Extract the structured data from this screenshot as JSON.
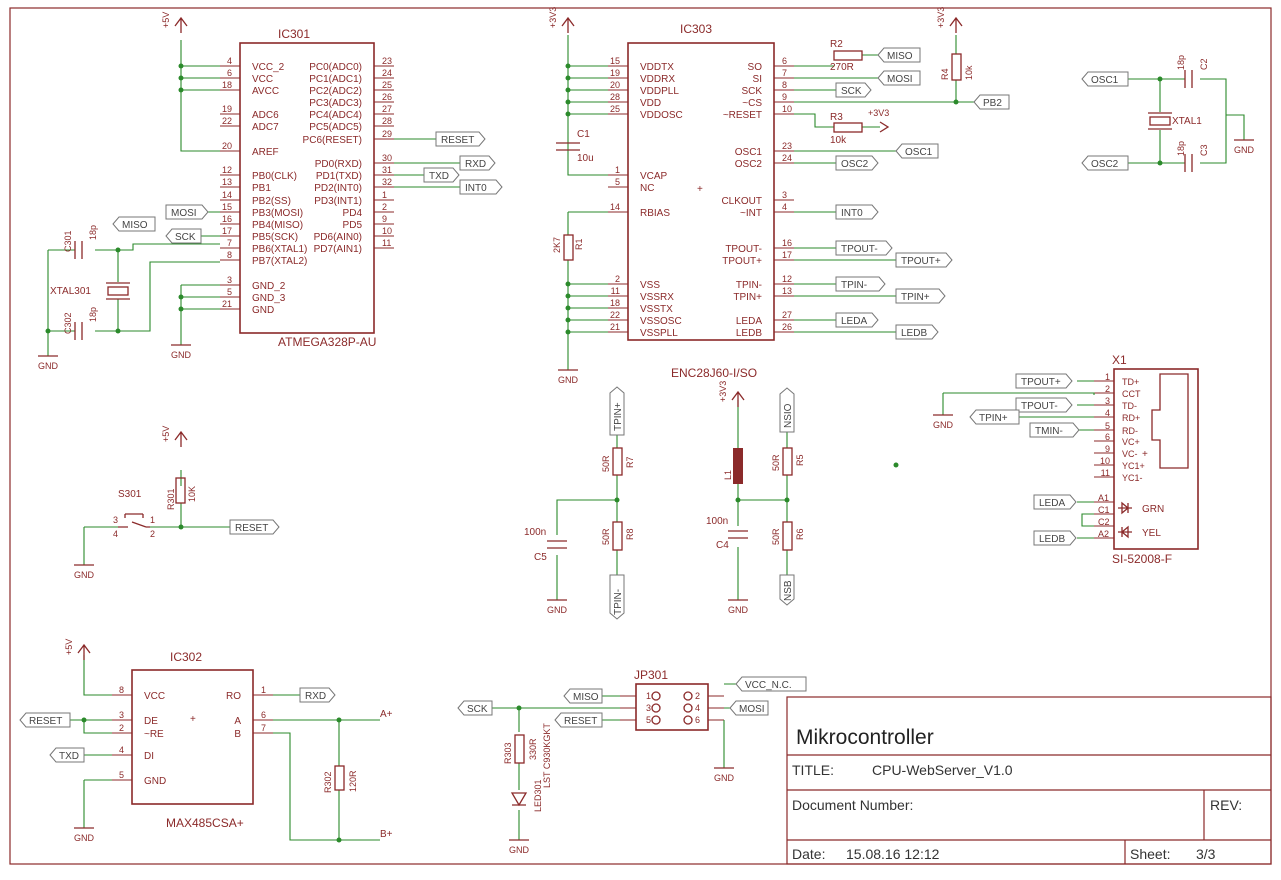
{
  "ic301": {
    "name": "IC301",
    "part": "ATMEGA328P-AU",
    "left_pins": [
      [
        "4",
        "VCC_2"
      ],
      [
        "6",
        "VCC"
      ],
      [
        "18",
        "AVCC"
      ],
      [
        "19",
        "ADC6"
      ],
      [
        "22",
        "ADC7"
      ],
      [
        "20",
        "AREF"
      ],
      [
        "12",
        "PB0(CLK)"
      ],
      [
        "13",
        "PB1"
      ],
      [
        "14",
        "PB2(SS)"
      ],
      [
        "15",
        "PB3(MOSI)"
      ],
      [
        "16",
        "PB4(MISO)"
      ],
      [
        "17",
        "PB5(SCK)"
      ],
      [
        "7",
        "PB6(XTAL1)"
      ],
      [
        "8",
        "PB7(XTAL2)"
      ],
      [
        "3",
        "GND_2"
      ],
      [
        "5",
        "GND_3"
      ],
      [
        "21",
        "GND"
      ]
    ],
    "right_pins": [
      [
        "23",
        "PC0(ADC0)"
      ],
      [
        "24",
        "PC1(ADC1)"
      ],
      [
        "25",
        "PC2(ADC2)"
      ],
      [
        "26",
        "PC3(ADC3)"
      ],
      [
        "27",
        "PC4(ADC4)"
      ],
      [
        "28",
        "PC5(ADC5)"
      ],
      [
        "29",
        "PC6(RESET)"
      ],
      [
        "30",
        "PD0(RXD)"
      ],
      [
        "31",
        "PD1(TXD)"
      ],
      [
        "32",
        "PD2(INT0)"
      ],
      [
        "1",
        "PD3(INT1)"
      ],
      [
        "2",
        "PD4"
      ],
      [
        "9",
        "PD5"
      ],
      [
        "10",
        "PD6(AIN0)"
      ],
      [
        "11",
        "PD7(AIN1)"
      ]
    ]
  },
  "ic303": {
    "name": "IC303",
    "part": "ENC28J60-I/SO",
    "left_pins": [
      [
        "15",
        "VDDTX"
      ],
      [
        "19",
        "VDDRX"
      ],
      [
        "20",
        "VDDPLL"
      ],
      [
        "28",
        "VDD"
      ],
      [
        "25",
        "VDDOSC"
      ],
      [
        "1",
        "VCAP"
      ],
      [
        "5",
        "NC"
      ],
      [
        "14",
        "RBIAS"
      ],
      [
        "2",
        "VSS"
      ],
      [
        "11",
        "VSSRX"
      ],
      [
        "18",
        "VSSTX"
      ],
      [
        "22",
        "VSSOSC"
      ],
      [
        "21",
        "VSSPLL"
      ]
    ],
    "right_pins": [
      [
        "6",
        "SO"
      ],
      [
        "7",
        "SI"
      ],
      [
        "8",
        "SCK"
      ],
      [
        "9",
        "~CS"
      ],
      [
        "10",
        "~RESET"
      ],
      [
        "23",
        "OSC1"
      ],
      [
        "24",
        "OSC2"
      ],
      [
        "3",
        "CLKOUT"
      ],
      [
        "4",
        "~INT"
      ],
      [
        "16",
        "TPOUT-"
      ],
      [
        "17",
        "TPOUT+"
      ],
      [
        "12",
        "TPIN-"
      ],
      [
        "13",
        "TPIN+"
      ],
      [
        "27",
        "LEDA"
      ],
      [
        "26",
        "LEDB"
      ]
    ]
  },
  "ic302": {
    "name": "IC302",
    "part": "MAX485CSA+",
    "left_pins": [
      [
        "8",
        "VCC"
      ],
      [
        "3",
        "DE"
      ],
      [
        "2",
        "~RE"
      ],
      [
        "4",
        "DI"
      ],
      [
        "5",
        "GND"
      ]
    ],
    "right_pins": [
      [
        "1",
        "RO"
      ],
      [
        "6",
        "A"
      ],
      [
        "7",
        "B"
      ]
    ]
  },
  "x1": {
    "name": "X1",
    "part": "SI-52008-F",
    "pins": [
      [
        "1",
        "TD+"
      ],
      [
        "2",
        "CCT"
      ],
      [
        "3",
        "TD-"
      ],
      [
        "4",
        "RD+"
      ],
      [
        "5",
        "RD-"
      ],
      [
        "6",
        "VC+"
      ],
      [
        "9",
        "VC-"
      ],
      [
        "10",
        "YC1+"
      ],
      [
        "11",
        "YC1-"
      ]
    ],
    "led_pins": [
      [
        "A1",
        ""
      ],
      [
        "C1",
        "GRN"
      ],
      [
        "C2",
        ""
      ],
      [
        "A2",
        "YEL"
      ]
    ]
  },
  "jp301": {
    "name": "JP301",
    "pins": [
      "1",
      "2",
      "3",
      "4",
      "5",
      "6"
    ]
  },
  "supplies": {
    "v5": "+5V",
    "v33": "+3V3",
    "gnd": "GND"
  },
  "components": {
    "c1": {
      "name": "C1",
      "value": "10u"
    },
    "r1": {
      "name": "R1",
      "value": "2K7"
    },
    "r2": {
      "name": "R2",
      "value": "270R"
    },
    "r3": {
      "name": "R3",
      "value": "10k"
    },
    "r4": {
      "name": "R4",
      "value": "10k"
    },
    "c2": {
      "name": "C2",
      "value": "18p"
    },
    "c3": {
      "name": "C3",
      "value": "18p"
    },
    "xtal1": {
      "name": "XTAL1"
    },
    "c301": {
      "name": "C301",
      "value": "18p"
    },
    "c302": {
      "name": "C302",
      "value": "18p"
    },
    "xtal301": {
      "name": "XTAL301"
    },
    "r7": {
      "name": "R7",
      "value": "50R"
    },
    "r8": {
      "name": "R8",
      "value": "50R"
    },
    "c5": {
      "name": "C5",
      "value": "100n"
    },
    "l1": {
      "name": "L1"
    },
    "c4": {
      "name": "C4",
      "value": "100n"
    },
    "r5": {
      "name": "R5",
      "value": "50R"
    },
    "r6": {
      "name": "R6",
      "value": "50R"
    },
    "s301": {
      "name": "S301"
    },
    "r301": {
      "name": "R301",
      "value": "10K"
    },
    "r302": {
      "name": "R302",
      "value": "120R"
    },
    "r303": {
      "name": "R303",
      "value": "330R"
    },
    "led301": {
      "name": "LED301",
      "value": "LST C930KGKT"
    }
  },
  "nets": {
    "miso": "MISO",
    "mosi": "MOSI",
    "sck": "SCK",
    "pb2": "PB2",
    "reset": "RESET",
    "rxd": "RXD",
    "txd": "TXD",
    "int0": "INT0",
    "osc1": "OSC1",
    "osc2": "OSC2",
    "tpout_m": "TPOUT-",
    "tpout_p": "TPOUT+",
    "tpin_m": "TPIN-",
    "tpin_p": "TPIN+",
    "leda": "LEDA",
    "ledb": "LEDB",
    "nsio": "NSIO",
    "nsb": "NSB",
    "tmin_m": "TMIN-",
    "vcc_nc": "VCC_N.C.",
    "a_plus": "A+",
    "b_plus": "B+"
  },
  "title_block": {
    "heading": "Mikrocontroller",
    "title_label": "TITLE:",
    "title_value": "CPU-WebServer_V1.0",
    "doc_label": "Document Number:",
    "rev_label": "REV:",
    "date_label": "Date:",
    "date_value": "15.08.16 12:12",
    "sheet_label": "Sheet:",
    "sheet_value": "3/3"
  },
  "colors": {
    "symbol": "#8b2a2a",
    "wire": "#2b8a2b",
    "netlabel": "#777777"
  }
}
